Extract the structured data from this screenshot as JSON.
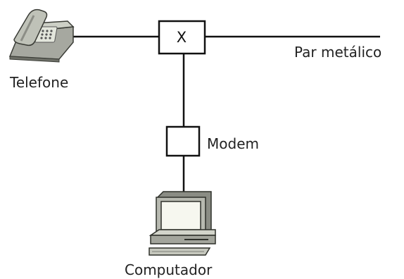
{
  "diagram": {
    "junction_label": "X",
    "phone_label": "Telefone",
    "line_label": "Par metálico",
    "modem_label": "Modem",
    "computer_label": "Computador"
  }
}
